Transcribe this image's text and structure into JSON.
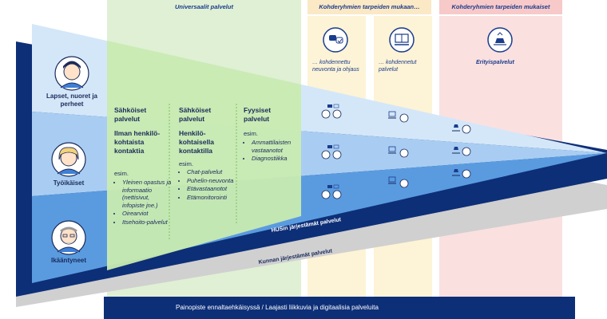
{
  "headers": {
    "universal": "Universaalit palvelut",
    "target_needs": "Kohderyhmien tarpeiden mukaan…",
    "target_groups": "Kohderyhmien tarpeiden mukaiset"
  },
  "groups": {
    "youth": "Lapset, nuoret ja perheet",
    "working_age": "Työikäiset",
    "elderly": "Ikääntyneet"
  },
  "columns": {
    "digital": {
      "title": "Sähköiset palvelut",
      "subtitle": "Ilman henkilö-kohtaista kontaktia",
      "esim": "esim.",
      "examples": [
        "Yleinen opastus ja informaatio (nettisivut, infopiste jne.)",
        "Oirearviot",
        "Itsehoito-palvelut"
      ]
    },
    "digital_personal": {
      "title": "Sähköiset palvelut",
      "subtitle": "Henkilö-kohtaisella kontaktilla",
      "esim": "esim.",
      "examples": [
        "Chat-palvelut",
        "Puhelin-neuvonta",
        "Etävastaanotot",
        "Etämonitorointi"
      ]
    },
    "physical": {
      "title": "Fyysiset palvelut",
      "esim": "esim.",
      "examples": [
        "Ammattilaisten vastaanotot",
        "Diagnostiikka"
      ]
    }
  },
  "service_icons": {
    "guidance": "… kohdennettu neuvonta ja ohjaus",
    "services": "… kohdennetut palvelut",
    "special": "Erityispalvelut"
  },
  "band_labels": {
    "hus": "HUSin järjestämät palvelut",
    "municipal": "Kunnan järjestämät palvelut"
  },
  "bottom": {
    "text": "Painopiste ennaltaehkäisyssä  /  Laajasti liikkuvia ja digitaalisia palveluita"
  },
  "colors": {
    "navy": "#0d2f78",
    "mid_blue": "#5a9be0",
    "light_blue": "#a9cdf2",
    "pale_blue": "#d4e7f9",
    "green_panel": "#dff0d4",
    "yellow_panel": "#fdf3d6",
    "pink_panel": "#fbe0e0",
    "gray_band": "#d0d0d0"
  }
}
